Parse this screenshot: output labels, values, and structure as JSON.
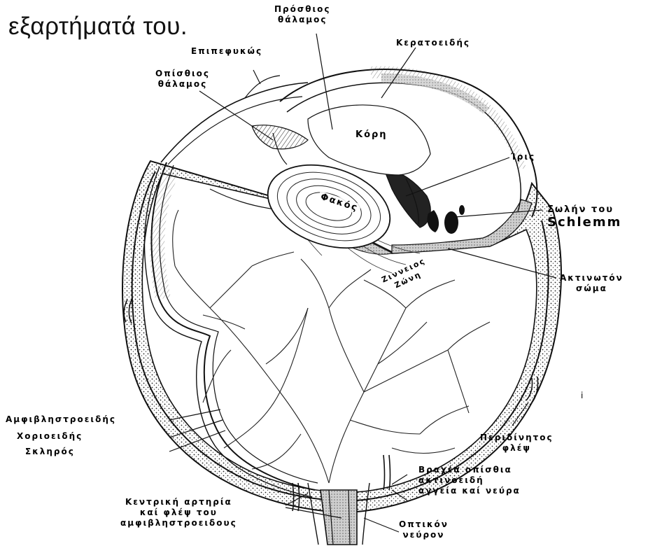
{
  "heading": "εξαρτήματά του.",
  "labels": {
    "anterior_chamber": [
      "Πρόσθιος",
      "θάλαμος"
    ],
    "conjunctiva": "Επιπεφυκώς",
    "cornea": "Κερατοειδής",
    "posterior_chamber": [
      "Οπίσθιος",
      "θάλαμος"
    ],
    "pupil": "Κόρη",
    "iris": "Ίρις",
    "lens": "Φακός",
    "schlemm_canal": [
      "Σωλήν του",
      "Schlemm"
    ],
    "ciliary_body": [
      "Ακτινωτόν",
      "σώμα"
    ],
    "zonule": [
      "Ζιννειος",
      "Ζώνη"
    ],
    "retina": "Αμφιβληστροειδής",
    "choroid": "Χοριοειδής",
    "sclera": "Σκληρός",
    "vortex_vein": [
      "Περιδίνητος",
      "φλέψ"
    ],
    "posterior_ciliary": [
      "Βραχέα οπίσθια",
      "ακτινοειδή",
      "αγγεία καί νεύρα"
    ],
    "central_artery": [
      "Κεντρική αρτηρία",
      "καί φλέψ του",
      "αμφιβληστροειδους"
    ],
    "optic_nerve": [
      "Οπτικόν",
      "νεύρον"
    ],
    "stray_mark": "i"
  },
  "colors": {
    "ink": "#111111",
    "paper": "#ffffff",
    "shade": "#9a9a9a",
    "dark": "#222222"
  }
}
